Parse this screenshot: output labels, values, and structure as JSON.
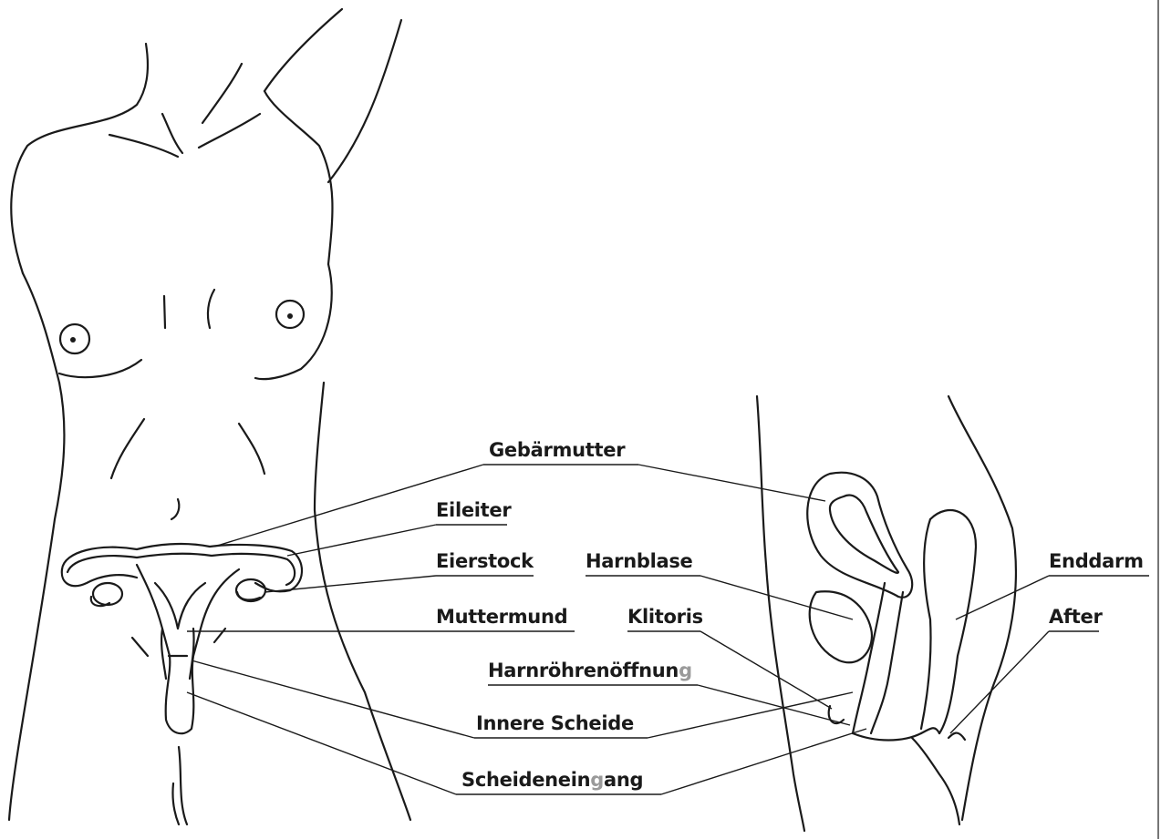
{
  "labels": {
    "gebaermutter": "Gebärmutter",
    "eileiter": "Eileiter",
    "eierstock": "Eierstock",
    "harnblase": "Harnblase",
    "enddarm": "Enddarm",
    "muttermund": "Muttermund",
    "klitoris": "Klitoris",
    "after": "After",
    "harnroehrenoeffnung_main": "Harnröhrenöffnun",
    "harnroehrenoeffnung_end": "g",
    "innere_scheide": "Innere Scheide",
    "scheideneingang_main": "Scheidenein",
    "scheideneingang_grey": "g",
    "scheideneingang_end": "ang"
  },
  "colors": {
    "ink": "#1a1a1a",
    "faded": "#9a9a9a",
    "background": "#ffffff"
  }
}
